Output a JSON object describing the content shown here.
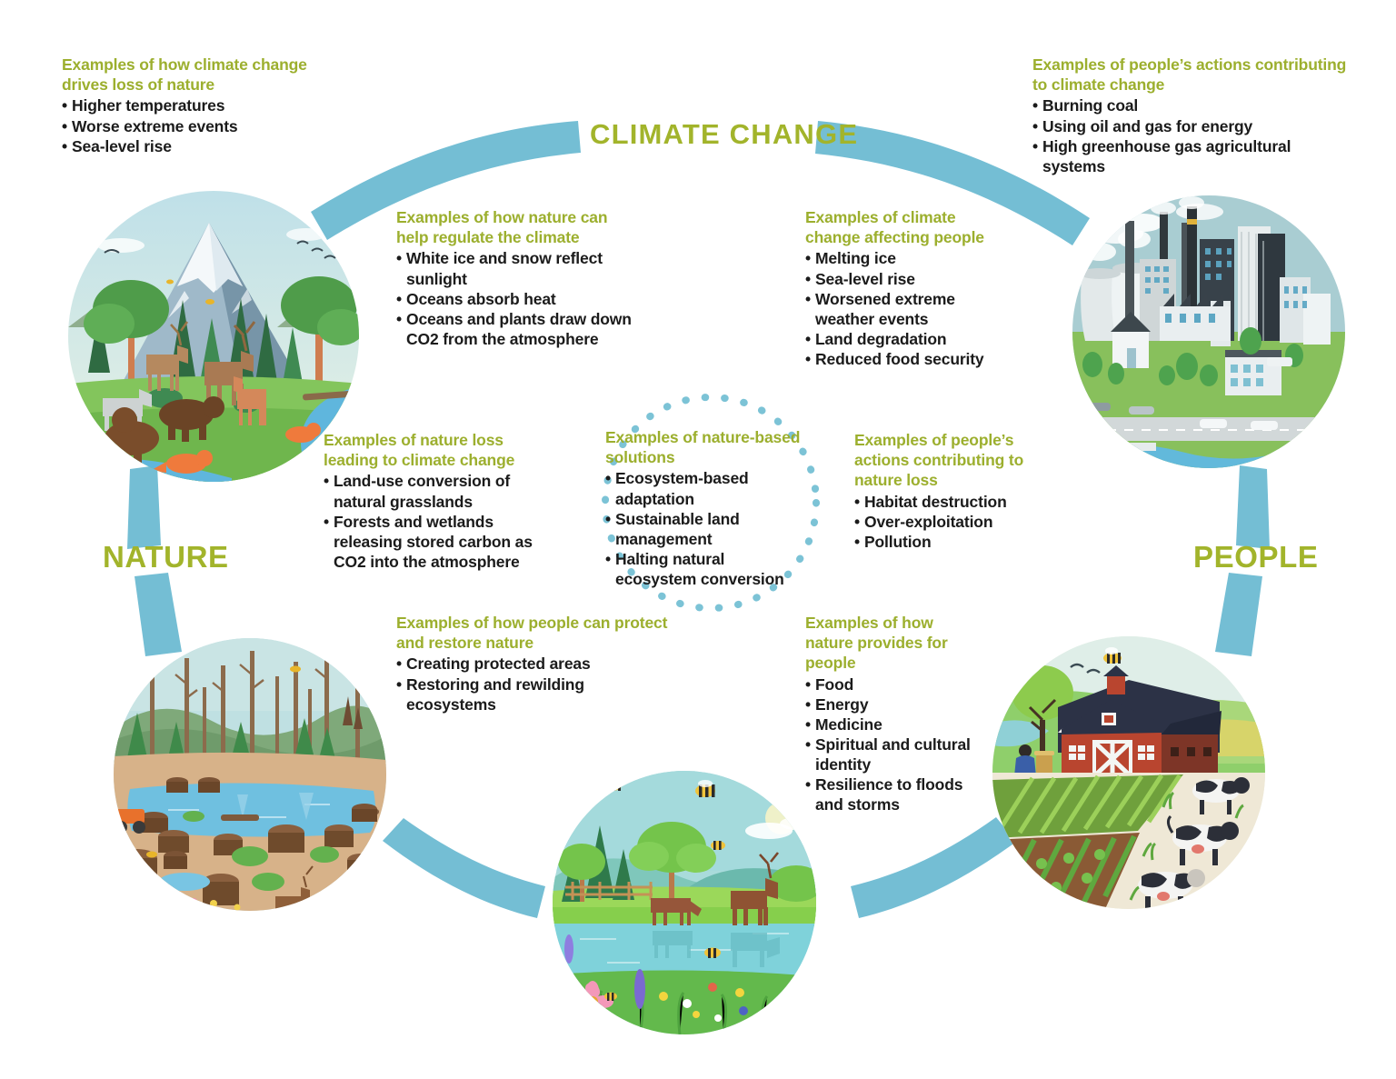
{
  "diagram": {
    "title": "CLIMATE CHANGE",
    "node_left": "NATURE",
    "node_right": "PEOPLE",
    "accent_green": "#A2B42B",
    "accent_olive": "#9CAF2E",
    "arrow_blue": "#74BED4",
    "text_black": "#1b1b1b"
  },
  "blocks": {
    "cc_drives_nature_loss": {
      "title": "Examples of how climate change drives loss of nature",
      "items": [
        "Higher temperatures",
        "Worse extreme events",
        "Sea-level rise"
      ]
    },
    "people_actions_climate": {
      "title": "Examples of people’s actions contributing to climate change",
      "items": [
        "Burning coal",
        "Using oil and gas for energy",
        "High greenhouse gas agricultural systems"
      ]
    },
    "nature_regulates_climate": {
      "title": "Examples of how nature can help regulate the climate",
      "items": [
        "White ice and snow reflect sunlight",
        "Oceans absorb heat",
        "Oceans and plants draw down CO2 from the atmosphere"
      ]
    },
    "climate_affects_people": {
      "title": "Examples of climate change affecting people",
      "items": [
        "Melting ice",
        "Sea-level rise",
        "Worsened extreme weather events",
        "Land degradation",
        "Reduced food security"
      ]
    },
    "nature_loss_to_climate": {
      "title": "Examples of nature loss leading to climate change",
      "items": [
        "Land-use conversion of natural grasslands",
        "Forests and wetlands releasing stored carbon as CO2 into the atmosphere"
      ]
    },
    "nature_based_solutions": {
      "title": "Examples of nature-based solutions",
      "items": [
        "Ecosystem-based adaptation",
        "Sustainable land management",
        "Halting natural ecosystem conversion"
      ]
    },
    "people_actions_nature_loss": {
      "title": "Examples of people’s actions contributing to nature loss",
      "items": [
        "Habitat destruction",
        "Over-exploitation",
        "Pollution"
      ]
    },
    "people_protect_nature": {
      "title": "Examples of how people can protect and restore nature",
      "items": [
        "Creating protected areas",
        "Restoring and rewilding ecosystems"
      ]
    },
    "nature_provides_people": {
      "title": "Examples of how nature provides for people",
      "items": [
        "Food",
        "Energy",
        "Medicine",
        "Spiritual and cultural identity",
        "Resilience to floods and storms"
      ]
    }
  },
  "images": {
    "healthy_forest": "illustration-healthy-forest-mountain-wildlife",
    "industrial_city": "illustration-industrial-city-power-plant",
    "deforested_land": "illustration-deforested-stumps-landscape",
    "restored_meadow": "illustration-restored-meadow-deer-lake",
    "farm": "illustration-farm-red-barn-crops-cows"
  }
}
